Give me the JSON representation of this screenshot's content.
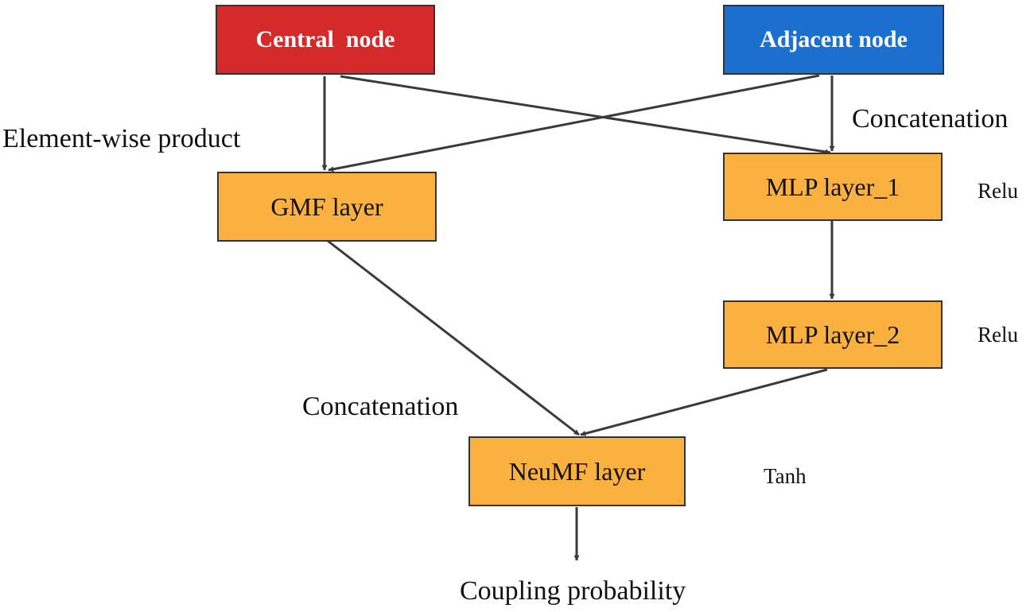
{
  "colors": {
    "central": "#d42a2a",
    "adjacent": "#1a6fcf",
    "layer": "#fbb13f",
    "edge": "#3a3a3a"
  },
  "nodes": {
    "central": "Central  node",
    "adjacent": "Adjacent node",
    "gmf": "GMF layer",
    "mlp1": "MLP layer_1",
    "mlp2": "MLP layer_2",
    "neumf": "NeuMF layer"
  },
  "labels": {
    "element_wise": "Element-wise product",
    "concat_top": "Concatenation",
    "concat_bottom": "Concatenation",
    "relu_1": "Relu",
    "relu_2": "Relu",
    "tanh": "Tanh",
    "output": "Coupling probability"
  }
}
